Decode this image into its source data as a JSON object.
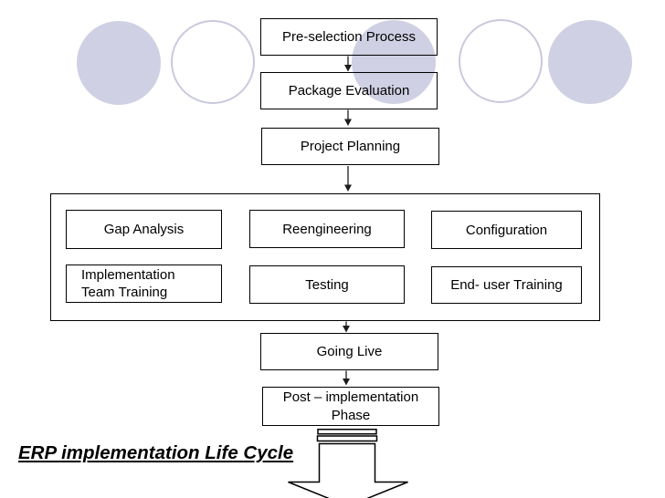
{
  "slide": {
    "title": "ERP implementation Life Cycle"
  },
  "colors": {
    "background": "#ffffff",
    "circle_fill": "#d0d0e4",
    "circle_outline": "#c9c9de",
    "box_border": "#000000",
    "text": "#000000",
    "connector": "#2e2e2e",
    "big_arrow_fill": "#ffffff",
    "big_arrow_outline": "#000000"
  },
  "decorative_circles": [
    {
      "style": "filled"
    },
    {
      "style": "outline"
    },
    {
      "style": "filled"
    },
    {
      "style": "outline"
    },
    {
      "style": "filled"
    }
  ],
  "flow_top": [
    {
      "label": "Pre-selection Process"
    },
    {
      "label": "Package Evaluation"
    },
    {
      "label": "Project Planning"
    }
  ],
  "implementation_group": {
    "row1": [
      {
        "label": "Gap Analysis"
      },
      {
        "label": "Reengineering"
      },
      {
        "label": "Configuration"
      }
    ],
    "row2": [
      {
        "lines": [
          "Implementation",
          "Team Training"
        ]
      },
      {
        "label": "Testing"
      },
      {
        "label": "End- user Training"
      }
    ]
  },
  "flow_bottom": [
    {
      "label": "Going Live"
    },
    {
      "lines": [
        "Post – implementation",
        "Phase"
      ]
    }
  ]
}
